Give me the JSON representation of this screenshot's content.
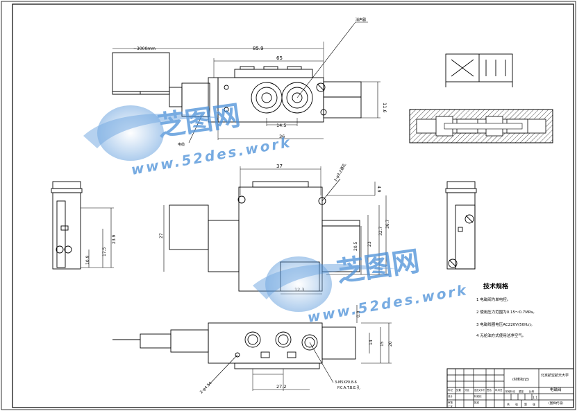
{
  "watermark": {
    "brand": "芝图网",
    "url": "www.52des.work",
    "color": "#4a8fd8"
  },
  "dims": {
    "cable_len": "~3000mm",
    "top_overall": "85.9",
    "top_width": "65",
    "top_pitch": "14.5",
    "top_offset": "36",
    "top_height": "11.6",
    "side_width": "37",
    "side_hole": "2-φ3.2通孔",
    "side_h1": "4.9",
    "side_h2": "36.7",
    "side_h3": "32.7",
    "side_h4": "23",
    "side_h5": "20.5",
    "side_bottom": "12.3",
    "front_left": "27",
    "end_h1": "23.9",
    "end_h2": "17.5",
    "end_h3": "10.9",
    "bottom_gap": "0.8",
    "bottom_h1": "14",
    "bottom_h2": "15",
    "bottom_h3": "20",
    "bottom_width": "27.2",
    "port_label": "2-φ4.54",
    "thread_label_1": "3-M5XP0.8-6",
    "thread_label_2": "P.C.A.T.B.E.孔",
    "leader_label": "消声器",
    "left_label": "电缆"
  },
  "tech": {
    "title": "技术规格",
    "items": [
      "1  电磁阀为单电控。",
      "2  使用压力范围为0.15～0.7MPa。",
      "3  电磁线圈电压AC220V(50Hz)。",
      "4  无给油方式使用洁净空气。"
    ]
  },
  "titleblock": {
    "school": "北京航空航天大学",
    "part": "电磁阀",
    "code": "(图样代号)",
    "name_label": "(材料标记)",
    "scale_row": [
      "阶段标记",
      "重量",
      "比例"
    ],
    "header_cells": [
      "标记",
      "处数",
      "分区",
      "更改文件号",
      "签名",
      "年月日"
    ],
    "role_cells": [
      "设计",
      "标准化",
      "审核",
      "工艺",
      "批准"
    ],
    "sheet_cells": [
      "共",
      "张",
      "第",
      "张"
    ],
    "scale_value": "1:1"
  }
}
